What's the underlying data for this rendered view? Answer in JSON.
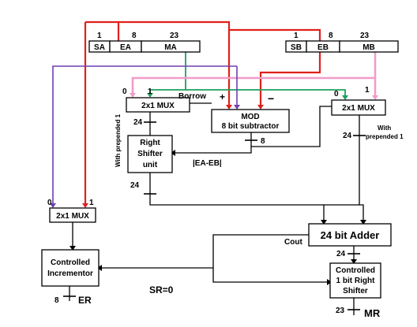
{
  "colors": {
    "exponent_path": "#e0201b",
    "mantissa_path": "#1fa05c",
    "mantissa_path_b": "#f09cc8",
    "select_path": "#6e3fb3",
    "wire": "#000000"
  },
  "register_a": {
    "bit_widths": [
      "1",
      "8",
      "23"
    ],
    "fields": [
      "SA",
      "EA",
      "MA"
    ]
  },
  "register_b": {
    "bit_widths": [
      "1",
      "8",
      "23"
    ],
    "fields": [
      "SB",
      "EB",
      "MB"
    ]
  },
  "mux_left": {
    "label": "2x1 MUX",
    "input0": "0",
    "input1": "1"
  },
  "mux_right": {
    "label": "2x1 MUX",
    "input0": "0",
    "input1": "1"
  },
  "mux_exponent": {
    "label": "2x1 MUX",
    "input0": "0",
    "input1": "1"
  },
  "subtractor": {
    "line1": "MOD",
    "line2": "8 bit subtractor",
    "plus": "+",
    "minus": "−",
    "borrow": "Borrow",
    "out_width": "8",
    "diff_label": "|EA-EB|"
  },
  "shifter": {
    "line1": "Right",
    "line2": "Shifter",
    "line3": "unit",
    "in_width": "24",
    "out_width": "24"
  },
  "prepend_left": "With prepended 1",
  "prepend_right": {
    "line1": "With",
    "line2": "prepended 1",
    "width": "24"
  },
  "adder": {
    "label": "24 bit Adder",
    "cout": "Cout",
    "out_width": "24"
  },
  "norm_shifter": {
    "line1": "Controlled",
    "line2": "1 bit Right",
    "line3": "Shifter",
    "out_width": "23",
    "out_label": "MR"
  },
  "incrementor": {
    "line1": "Controlled",
    "line2": "Incrementor",
    "out_width": "8",
    "out_label": "ER"
  },
  "sign_result": "SR=0"
}
